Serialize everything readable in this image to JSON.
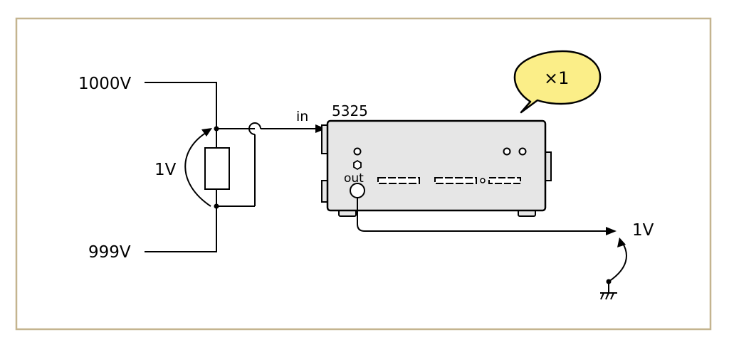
{
  "diagram": {
    "labels": {
      "high_voltage": "1000V",
      "low_voltage": "999V",
      "resistor_voltage": "1V",
      "input": "in",
      "instrument_model": "5325",
      "output_port": "out",
      "output_voltage": "1V",
      "gain_callout": "×1"
    },
    "colors": {
      "frame": "#c4b48f",
      "line": "#000000",
      "instrument_body": "#e6e6e6",
      "callout_fill": "#fbee88",
      "background": "#ffffff"
    }
  }
}
